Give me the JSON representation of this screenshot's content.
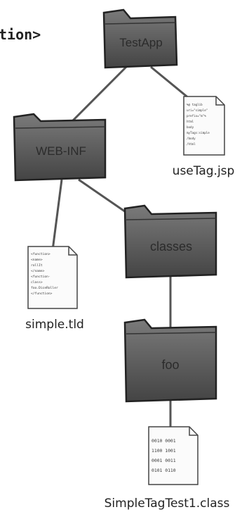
{
  "header_fragment": "tion>",
  "folders": {
    "testapp": "TestApp",
    "webinf": "WEB-INF",
    "classes": "classes",
    "foo": "foo"
  },
  "files": {
    "usetag": "useTag.jsp",
    "tld": "simple.tld",
    "classfile": "SimpleTagTest1.class"
  },
  "colors": {
    "folder_fill": "#5f5f5f",
    "folder_shade": "#3e3e3e",
    "line": "#555555"
  }
}
